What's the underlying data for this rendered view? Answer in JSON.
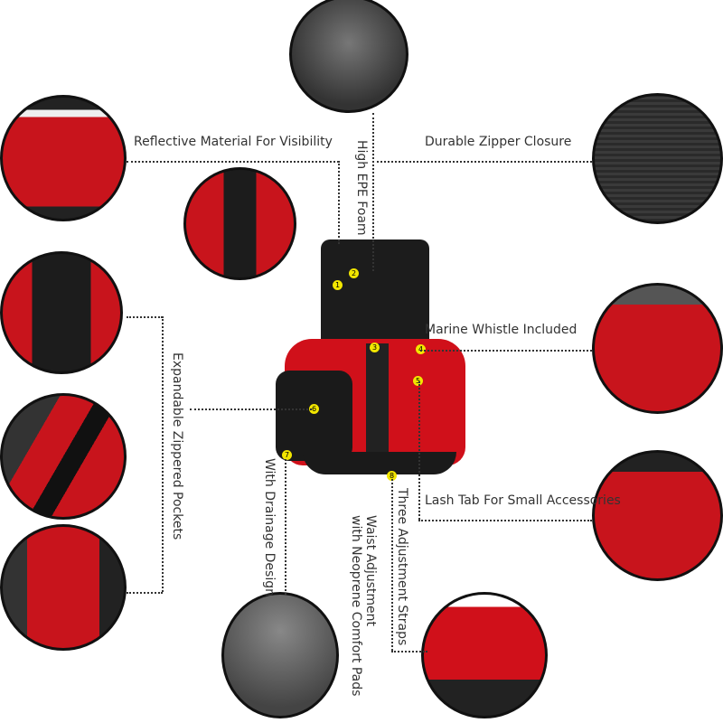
{
  "labels": {
    "reflective": "Reflective Material For Visibility",
    "foam": "High EPE Foam",
    "zipper": "Durable Zipper Closure",
    "whistle": "Marine Whistle Included",
    "lash": "Lash Tab For Small Accessories",
    "pockets": "Expandable Zippered Pockets",
    "drainage": "With Drainage Design",
    "waist_1": "Waist Adjustment",
    "waist_2": "with Neoprene Comfort Pads",
    "straps": "Three Adjustment Straps"
  },
  "markers": [
    "1",
    "2",
    "3",
    "4",
    "5",
    "6",
    "7",
    "8"
  ],
  "colors": {
    "vest_red": "#d0101a",
    "vest_black": "#1c1c1c",
    "highlight": "#f2e600"
  }
}
